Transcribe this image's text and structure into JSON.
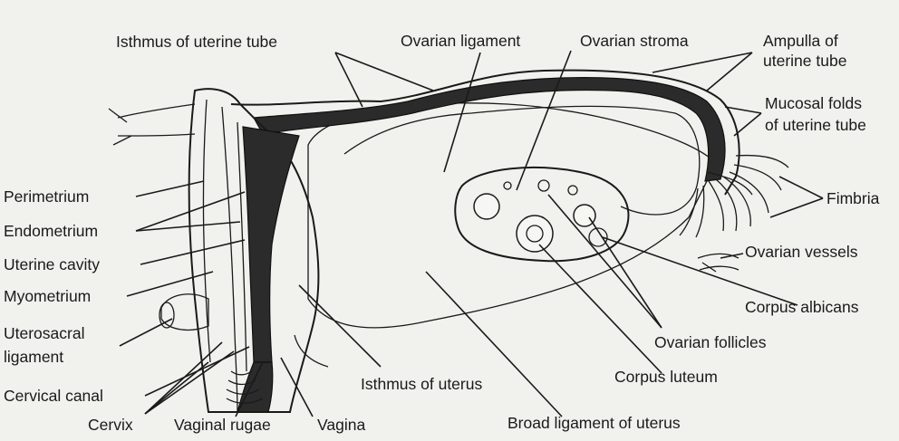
{
  "labels": {
    "isthmus_tube": "Isthmus of uterine tube",
    "ovarian_ligament": "Ovarian ligament",
    "ovarian_stroma": "Ovarian stroma",
    "ampulla_1": "Ampulla of",
    "ampulla_2": "uterine tube",
    "mucosal_1": "Mucosal folds",
    "mucosal_2": "of uterine tube",
    "fimbria": "Fimbria",
    "perimetrium": "Perimetrium",
    "endometrium": "Endometrium",
    "uterine_cavity": "Uterine cavity",
    "myometrium": "Myometrium",
    "uterosacral_1": "Uterosacral",
    "uterosacral_2": "ligament",
    "cervical_canal": "Cervical canal",
    "cervix": "Cervix",
    "vaginal_rugae": "Vaginal rugae",
    "vagina": "Vagina",
    "ovarian_vessels": "Ovarian vessels",
    "corpus_albicans": "Corpus albicans",
    "ovarian_follicles": "Ovarian follicles",
    "corpus_luteum": "Corpus luteum",
    "isthmus_uterus": "Isthmus of uterus",
    "broad_ligament": "Broad ligament of uterus"
  }
}
